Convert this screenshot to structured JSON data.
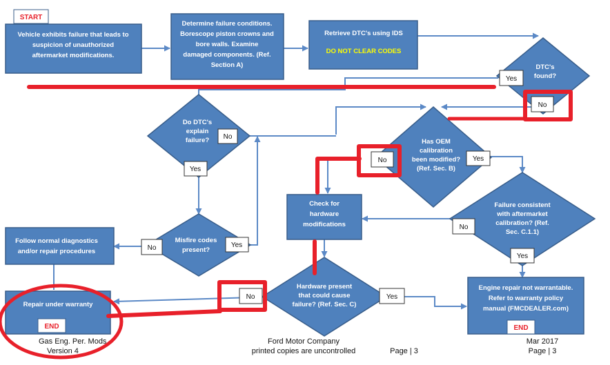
{
  "colors": {
    "box_fill": "#4f81bd",
    "box_stroke": "#385d8a",
    "arrow": "#5b89c6",
    "highlight": "#e8202a",
    "yellow_text": "#ffff00",
    "white_text": "#ffffff",
    "label_fill": "#ffffff"
  },
  "nodes": {
    "start_label": "START",
    "vehicle_failure": [
      "Vehicle exhibits failure that leads to",
      "suspicion of unauthorized",
      "aftermarket modifications."
    ],
    "determine_conditions": [
      "Determine failure conditions.",
      "Borescope piston crowns and",
      "bore walls.  Examine",
      "damaged components. (Ref.",
      "Section A)"
    ],
    "retrieve_dtc": "Retrieve DTC's using IDS",
    "do_not_clear": "DO NOT CLEAR CODES",
    "dtcs_found": [
      "DTC's",
      "found?"
    ],
    "dtc_explain": [
      "Do DTC's",
      "explain",
      "failure?"
    ],
    "oem_modified": [
      "Has OEM",
      "calibration",
      "been modified?",
      "(Ref. Sec. B)"
    ],
    "check_hardware": [
      "Check for",
      "hardware",
      "modifications"
    ],
    "failure_consistent": [
      "Failure consistent",
      "with aftermarket",
      "calibration? (Ref.",
      "Sec. C.1.1)"
    ],
    "follow_normal": [
      "Follow normal diagnostics",
      "and/or repair procedures"
    ],
    "misfire_present": [
      "Misfire codes",
      "present?"
    ],
    "repair_warranty": "Repair under warranty",
    "hardware_present": [
      "Hardware present",
      "that could cause",
      "failure? (Ref. Sec. C)"
    ],
    "not_warrantable": [
      "Engine repair not warrantable.",
      "Refer to warranty policy",
      "manual (FMCDEALER.com)"
    ],
    "end_label_left": "END",
    "end_label_right": "END"
  },
  "labels": {
    "dtcs_found_yes": "Yes",
    "dtcs_found_no": "No",
    "dtc_explain_no": "No",
    "dtc_explain_yes": "Yes",
    "oem_no": "No",
    "oem_yes": "Yes",
    "consistent_no": "No",
    "consistent_yes": "Yes",
    "misfire_no": "No",
    "misfire_yes": "Yes",
    "hardware_no": "No",
    "hardware_yes": "Yes"
  },
  "footer": {
    "left_line1": "Gas Eng. Per. Mods",
    "left_line2": "Version 4",
    "center_line1": "Ford Motor Company",
    "center_line2": "printed copies are uncontrolled",
    "page_center": "Page | 3",
    "right_line1": "Mar 2017",
    "right_line2": "Page | 3"
  }
}
